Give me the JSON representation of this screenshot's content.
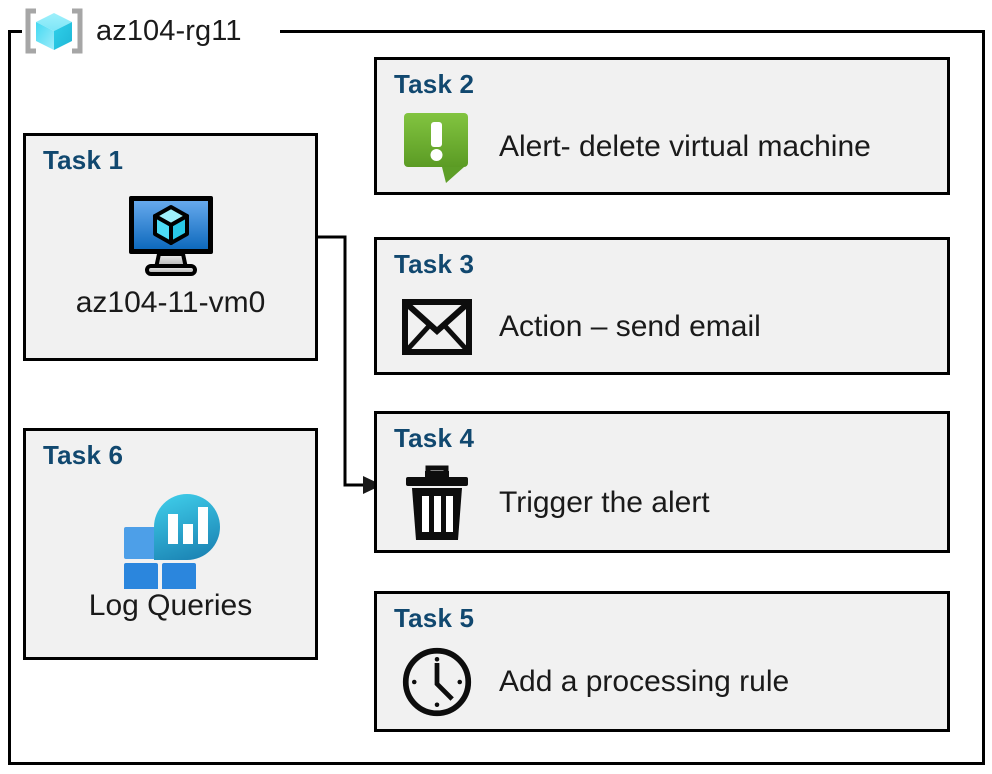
{
  "diagram": {
    "resource_group": {
      "name": "az104-rg11",
      "icon": "resource-group-cube-icon"
    },
    "colors": {
      "task_title": "#11486f",
      "card_background": "#f1f1f1",
      "border": "#000000",
      "alert_green_light": "#7ac143",
      "alert_green_dark": "#5d9e27",
      "vm_blue_light": "#56a0ea",
      "vm_blue_dark": "#0f6cc0",
      "log_blue": "#2f8ce0",
      "log_cyan": "#32c5ea"
    },
    "cards": [
      {
        "id": "task1",
        "title": "Task 1",
        "label": "az104-11-vm0",
        "icon": "virtual-machine-icon",
        "column": "left"
      },
      {
        "id": "task2",
        "title": "Task 2",
        "label": "Alert- delete virtual machine",
        "icon": "alert-bubble-icon",
        "column": "right"
      },
      {
        "id": "task3",
        "title": "Task 3",
        "label": "Action – send email",
        "icon": "email-envelope-icon",
        "column": "right"
      },
      {
        "id": "task4",
        "title": "Task 4",
        "label": "Trigger the alert",
        "icon": "trash-delete-icon",
        "column": "right"
      },
      {
        "id": "task5",
        "title": "Task 5",
        "label": "Add a processing rule",
        "icon": "clock-icon",
        "column": "right"
      },
      {
        "id": "task6",
        "title": "Task 6",
        "label": "Log Queries",
        "icon": "log-analytics-icon",
        "column": "left"
      }
    ],
    "connector": {
      "name": "vm-to-trigger-arrow",
      "from": "task1",
      "to": "task4"
    }
  }
}
